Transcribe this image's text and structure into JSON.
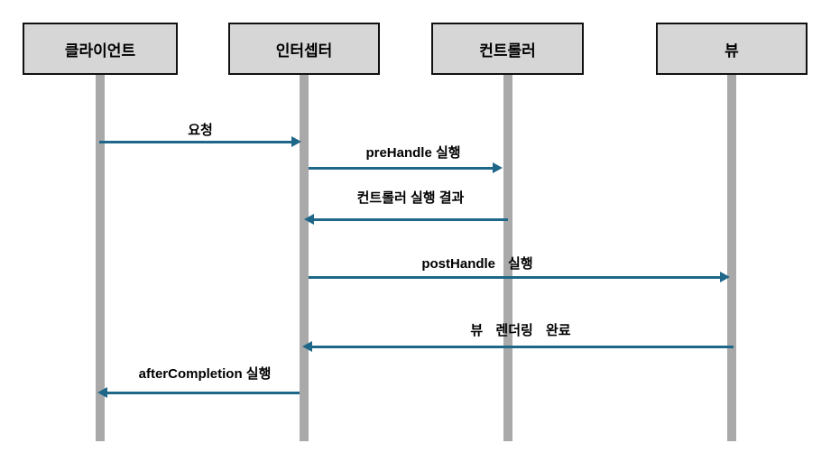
{
  "diagram": {
    "type": "sequence-diagram",
    "actors": [
      {
        "label": "클라이언트"
      },
      {
        "label": "인터셉터"
      },
      {
        "label": "컨트롤러"
      },
      {
        "label": "뷰"
      }
    ],
    "messages": [
      {
        "label": "요청",
        "from": "클라이언트",
        "to": "인터셉터",
        "direction": "right"
      },
      {
        "label": "preHandle 실행",
        "from": "인터셉터",
        "to": "컨트롤러",
        "direction": "right"
      },
      {
        "label": "컨트롤러 실행 결과",
        "from": "컨트롤러",
        "to": "인터셉터",
        "direction": "left"
      },
      {
        "label": "postHandle 실행",
        "label_parts": [
          "postHandle",
          "실행"
        ],
        "from": "인터셉터",
        "to": "뷰",
        "direction": "right"
      },
      {
        "label": "뷰 렌더링 완료",
        "from": "뷰",
        "to": "인터셉터",
        "direction": "left"
      },
      {
        "label": "afterCompletion 실행",
        "from": "인터셉터",
        "to": "클라이언트",
        "direction": "left"
      }
    ],
    "colors": {
      "arrow": "#1f6788",
      "actor_fill": "#d6d6d6",
      "actor_border": "#111111",
      "lifeline": "#a9a9a9",
      "text": "#000000",
      "background": "#ffffff"
    }
  }
}
